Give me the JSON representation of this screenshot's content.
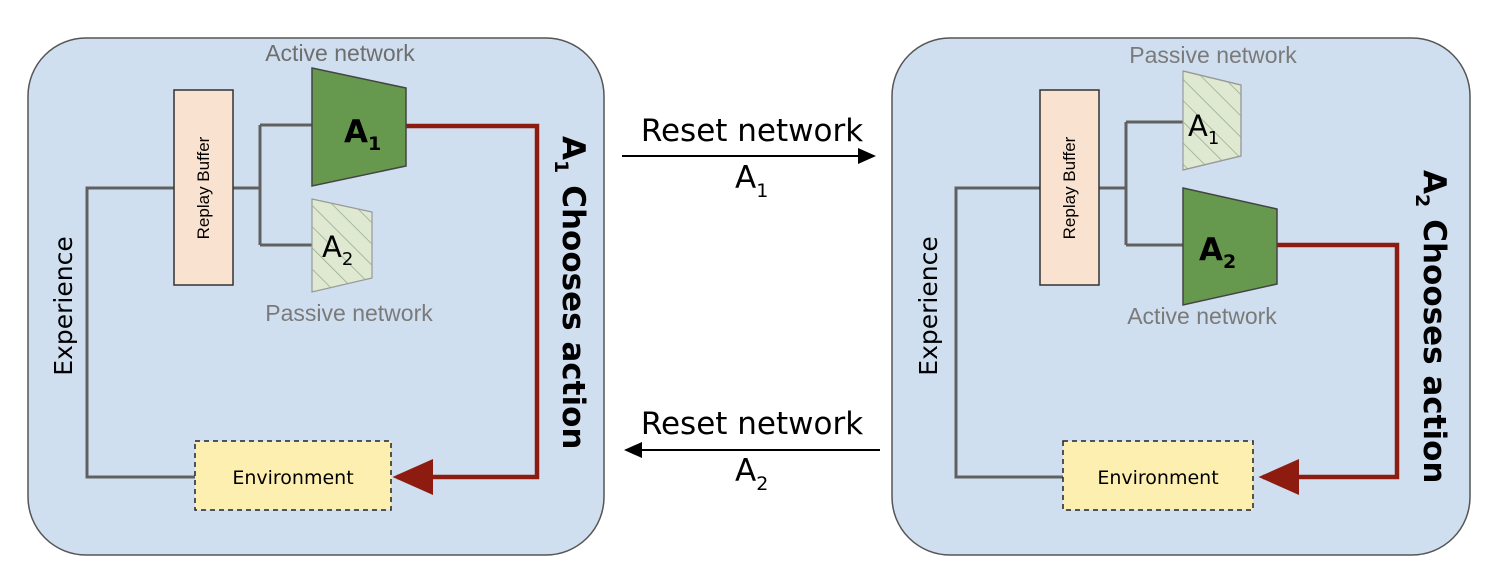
{
  "left_panel": {
    "active_label": "Active network",
    "passive_label": "Passive network",
    "buffer_label": "Replay Buffer",
    "env_label": "Environment",
    "experience_label": "Experience",
    "active_net": {
      "letter": "A",
      "sub": "1"
    },
    "passive_net": {
      "letter": "A",
      "sub": "2"
    },
    "chooses": {
      "letter": "A",
      "sub": "1",
      "text": "Chooses action"
    }
  },
  "right_panel": {
    "active_label": "Active network",
    "passive_label": "Passive network",
    "buffer_label": "Replay Buffer",
    "env_label": "Environment",
    "experience_label": "Experience",
    "active_net": {
      "letter": "A",
      "sub": "2"
    },
    "passive_net": {
      "letter": "A",
      "sub": "1"
    },
    "chooses": {
      "letter": "A",
      "sub": "2",
      "text": "Chooses action"
    }
  },
  "arrow_top": {
    "label": "Reset network",
    "letter": "A",
    "sub": "1"
  },
  "arrow_bottom": {
    "label": "Reset network",
    "letter": "A",
    "sub": "2"
  },
  "colors": {
    "panel_fill": "#d0dff0",
    "panel_stroke": "#555555",
    "active_fill": "#66994d",
    "passive_fill": "#dfe9d2",
    "buffer_fill": "#f9e3d0",
    "env_fill": "#fdefb0",
    "action_line": "#8e1b10",
    "wire": "#606060"
  }
}
